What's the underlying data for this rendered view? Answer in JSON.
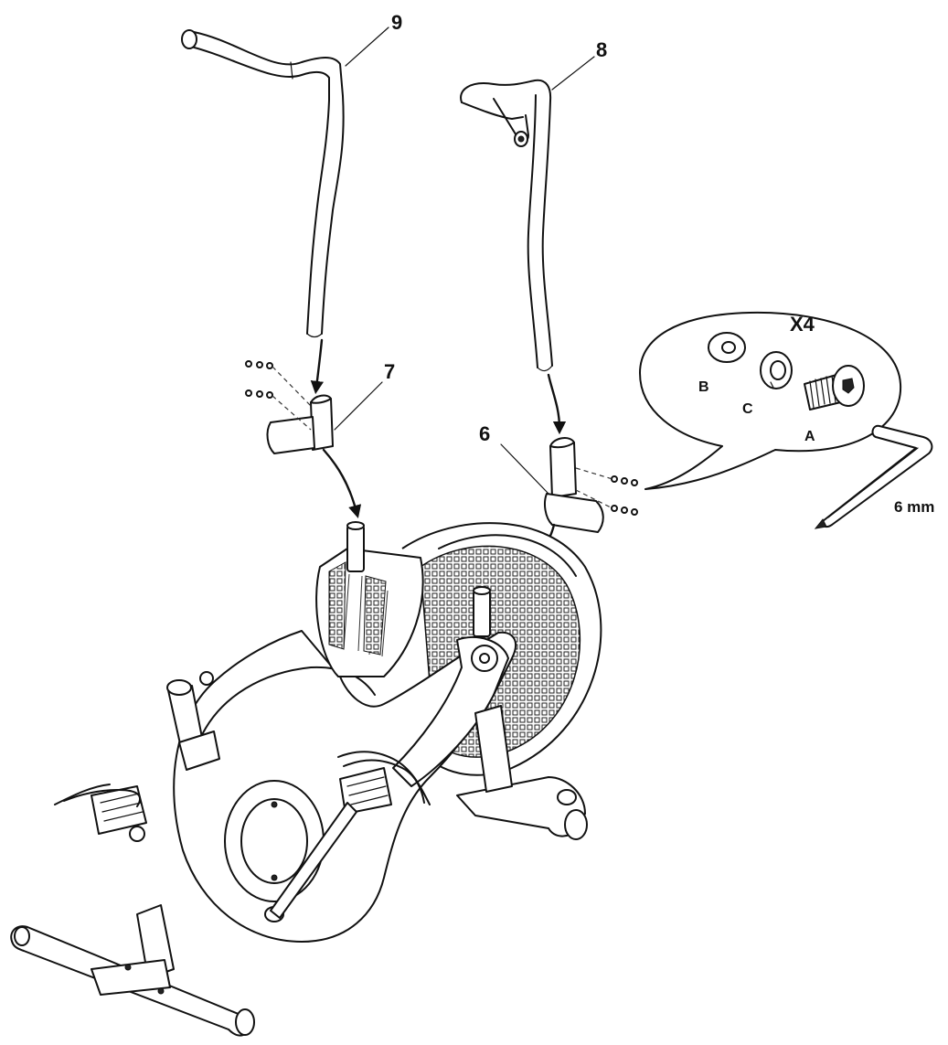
{
  "labels": {
    "part_9": "9",
    "part_8": "8",
    "part_7": "7",
    "part_6": "6",
    "quantity": "X4",
    "bolt": "A",
    "flat_washer": "B",
    "split_washer": "C",
    "wrench_size": "6 mm"
  },
  "icons": {
    "handlebar_left": "handlebar-9-icon",
    "handlebar_right": "handlebar-8-icon",
    "wrench": "hex-key-icon",
    "bike": "air-bike-frame-icon"
  },
  "colors": {
    "line": "#111111",
    "background": "#ffffff"
  }
}
